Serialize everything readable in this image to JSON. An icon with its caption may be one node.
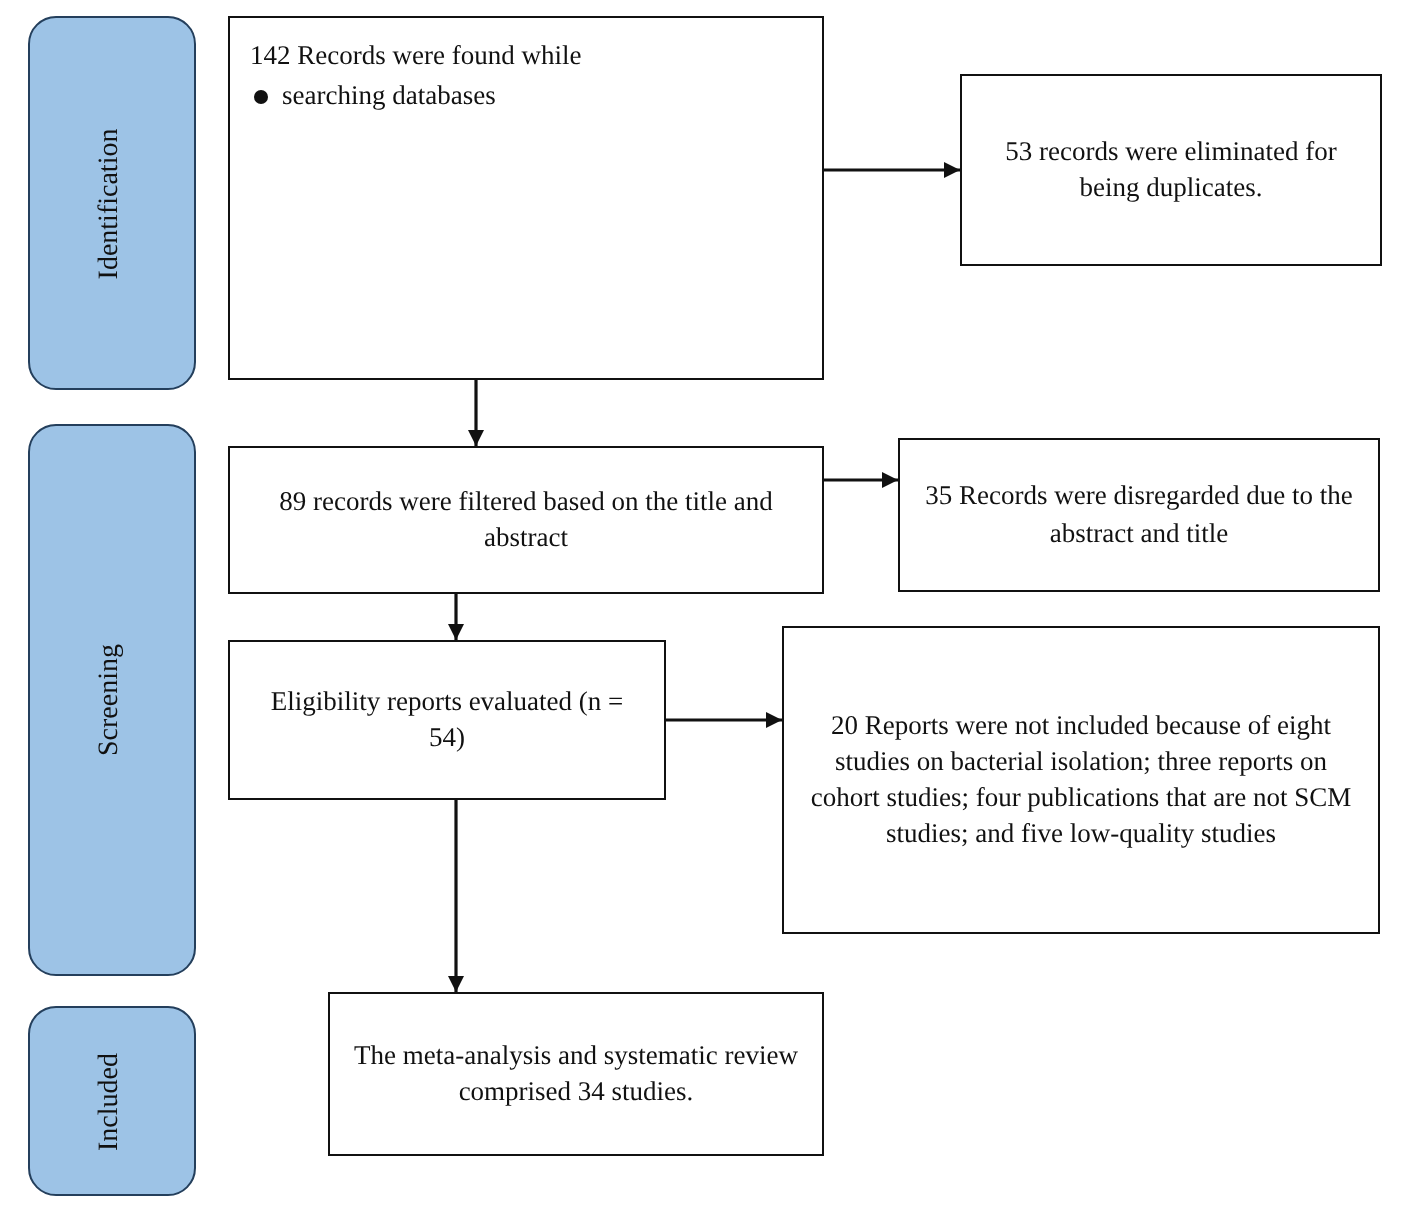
{
  "diagram": {
    "nodes": [
      {
        "text": [
          "Identification"
        ]
      },
      {
        "text": [
          "142 Records were found while",
          "searching databases"
        ]
      },
      {
        "text": [
          "53 records were eliminated for being duplicates."
        ]
      },
      {
        "text": [
          "89 records were filtered based on the title and abstract"
        ]
      },
      {
        "text": [
          "35 Records were disregarded due to the abstract and title"
        ]
      },
      {
        "text": [
          "Screening"
        ]
      },
      {
        "text": [
          "Eligibility reports evaluated (n = 54)"
        ]
      },
      {
        "text": [
          "20 Reports were not included because of eight studies on bacterial isolation; three reports on cohort studies; four publications that are not SCM studies; and five low-quality studies"
        ]
      },
      {
        "text": [
          "Included"
        ]
      },
      {
        "text": [
          "The meta-analysis and systematic review comprised 34 studies."
        ]
      }
    ],
    "edges": [
      {
        "from": 1,
        "to": 2,
        "arrow": "to"
      },
      {
        "from": 1,
        "to": 3,
        "arrow": "to"
      },
      {
        "from": 3,
        "to": 4,
        "arrow": "to"
      },
      {
        "from": 3,
        "to": 6,
        "arrow": "to"
      },
      {
        "from": 6,
        "to": 7,
        "arrow": "to"
      },
      {
        "from": 6,
        "to": 9,
        "arrow": "to"
      }
    ]
  }
}
